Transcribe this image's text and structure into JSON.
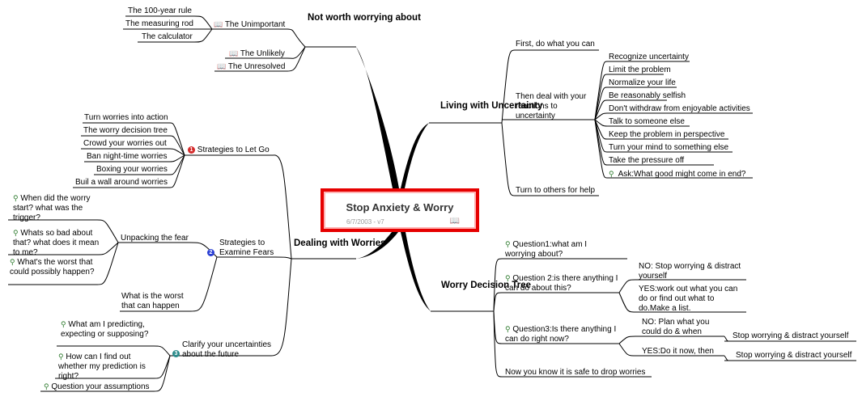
{
  "center": {
    "title": "Stop Anxiety & Worry",
    "date": "6/7/2003 - v7",
    "book_icon": "book-icon"
  },
  "colors": {
    "border": "#e60000",
    "num1": "#d42a2a",
    "num2": "#2a3fd4",
    "num3": "#2a8a8a",
    "key": "#2c7a2c"
  },
  "branches": {
    "not_worth": {
      "label": "Not worth worrying about",
      "unimportant": {
        "label": "The Unimportant",
        "items": [
          "The 100-year rule",
          "The measuring rod",
          "The calculator"
        ]
      },
      "unlikely": "The Unlikely",
      "unresolved": "The Unresolved"
    },
    "dealing": {
      "label": "Dealing with Worries",
      "let_go": {
        "label": "Strategies to Let Go",
        "items": [
          "Turn worries into action",
          "The worry decision tree",
          "Crowd your worries out",
          "Ban night-time worries",
          "Boxing your worries",
          "Buil a wall around worries"
        ]
      },
      "examine": {
        "label": "Strategies to Examine Fears",
        "unpacking": {
          "label": "Unpacking the fear",
          "items": [
            "When did the worry start? what was the trigger?",
            "Whats so bad about that? what does it mean to me?",
            "What's the worst that could possibly happen?"
          ]
        },
        "worst": "What is the worst that can happen"
      },
      "clarify": {
        "label": "Clarify your uncertainties about the future",
        "items": [
          "What am I predicting, expecting or supposing?",
          "How can I find out whether my prediction is right?",
          "Question your assumptions"
        ]
      }
    },
    "living": {
      "label": "Living with Uncertainty",
      "first": "First, do what you can",
      "then": {
        "label": "Then deal with your reactions to uncertainty",
        "items": [
          "Recognize uncertainty",
          "Limit the problem",
          "Normalize your life",
          "Be reasonably selfish",
          "Don't withdraw from enjoyable activities",
          "Talk to someone else",
          "Keep the problem in perspective",
          "Turn your mind to something else",
          "Take the pressure off",
          "Ask:What good might come in end?"
        ]
      },
      "turn": "Turn to others for help"
    },
    "tree": {
      "label": "Worry Decision Tree",
      "q1": "Question1:what am I worrying about?",
      "q2": {
        "label": "Question 2:is there anything I can do about this?",
        "no": "NO: Stop worrying & distract yourself",
        "yes": "YES:work out what you can do or find out what to do.Make a list."
      },
      "q3": {
        "label": "Question3:Is there anything I can do right now?",
        "no": "NO: Plan what you could do & when",
        "no_next": "Stop worrying & distract yourself",
        "yes": "YES:Do it now, then",
        "yes_next": "Stop worrying & distract yourself"
      },
      "last": "Now you know it is safe to drop worries"
    }
  }
}
